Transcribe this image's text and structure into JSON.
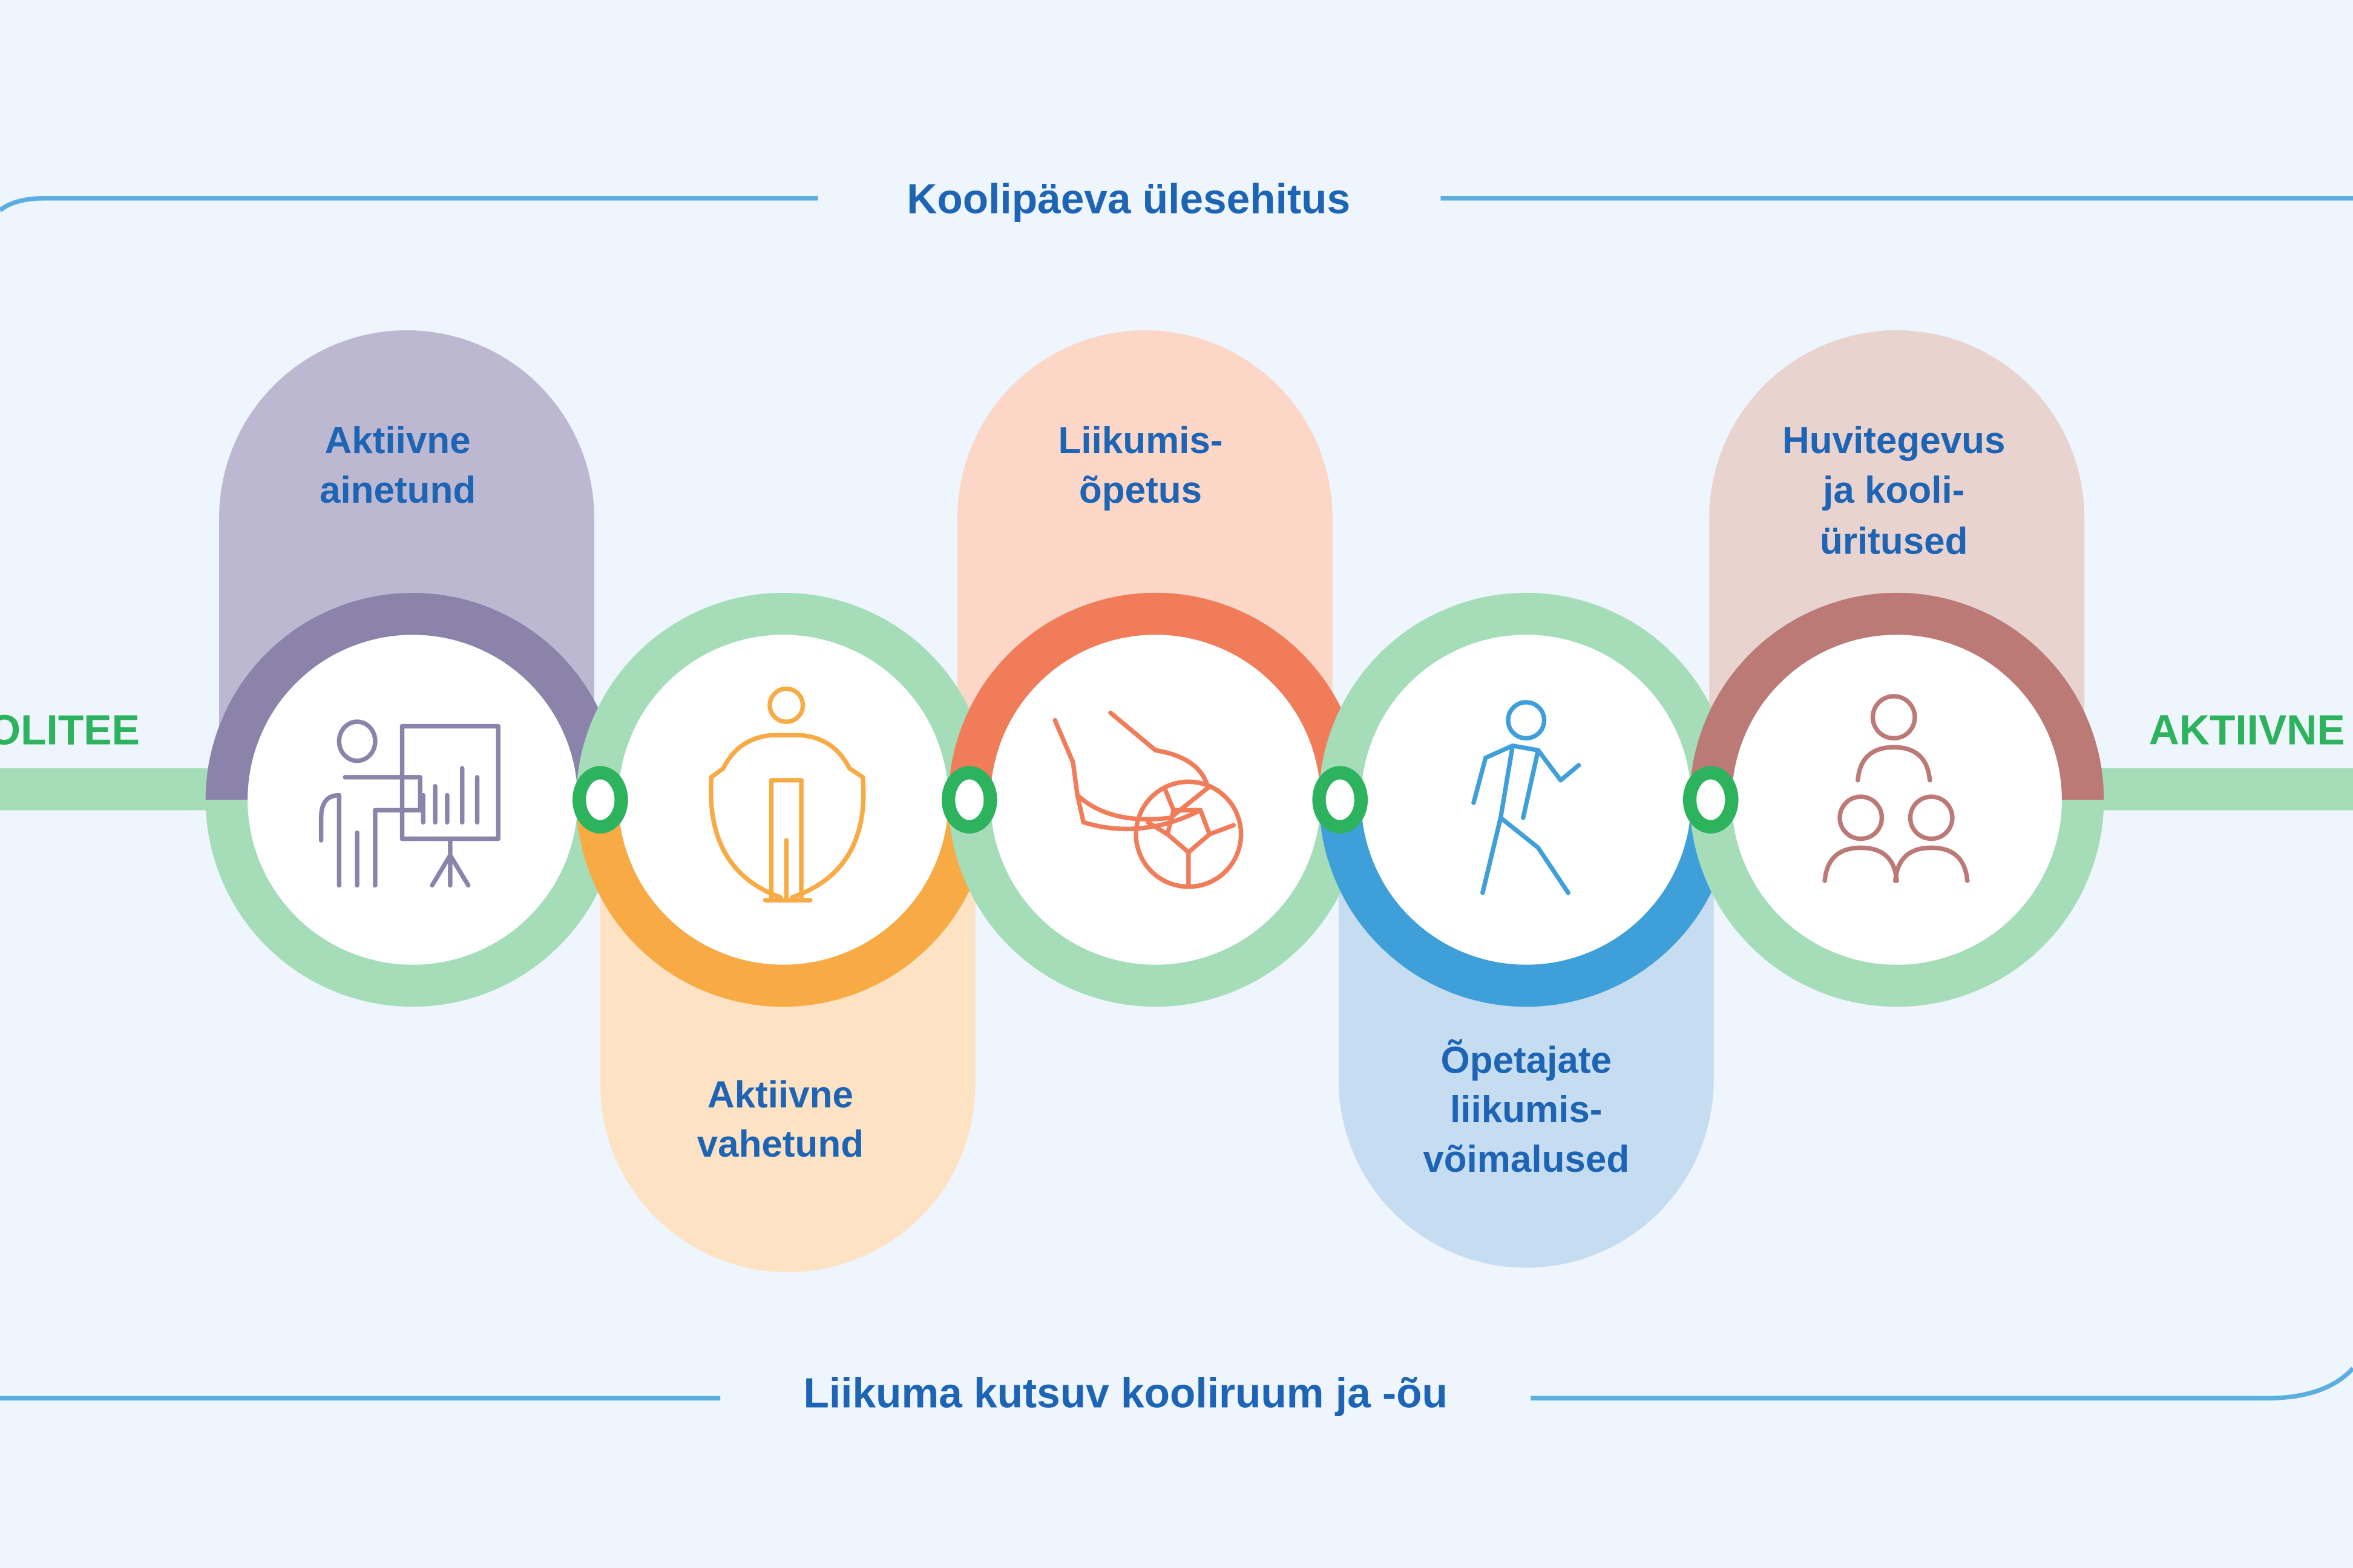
{
  "title_top": "Koolipäeva ülesehitus",
  "title_bottom": "Liikuma kutsuv kooliruum ja -õu",
  "left_label": "OLITEE",
  "right_label": "AKTIIVNE",
  "colors": {
    "background": "#eff5fc",
    "ring_green": "#a6ddb9",
    "connector_green": "#2db35d",
    "text_blue": "#1e64b4",
    "frame_line": "#5aaee0"
  },
  "steps": [
    {
      "lines": [
        "Aktiivne",
        "ainetund"
      ],
      "icon": "teacher-presentation-icon",
      "accent": "#8c83ab",
      "pill": "#bcb8d1"
    },
    {
      "lines": [
        "Aktiivne",
        "vahetund"
      ],
      "icon": "jump-rope-icon",
      "accent": "#f8ab45",
      "pill": "#fde3c4"
    },
    {
      "lines": [
        "Liikumis-",
        "õpetus"
      ],
      "icon": "football-kick-icon",
      "accent": "#f07c5a",
      "pill": "#fcd7c7"
    },
    {
      "lines": [
        "Õpetajate",
        "liikumis-",
        "võimalused"
      ],
      "icon": "walking-person-icon",
      "accent": "#3f9fd8",
      "pill": "#c6ddf1"
    },
    {
      "lines": [
        "Huvitegevus",
        "ja kooli-",
        "üritused"
      ],
      "icon": "group-people-icon",
      "accent": "#bc7a77",
      "pill": "#e8d3cf"
    }
  ]
}
